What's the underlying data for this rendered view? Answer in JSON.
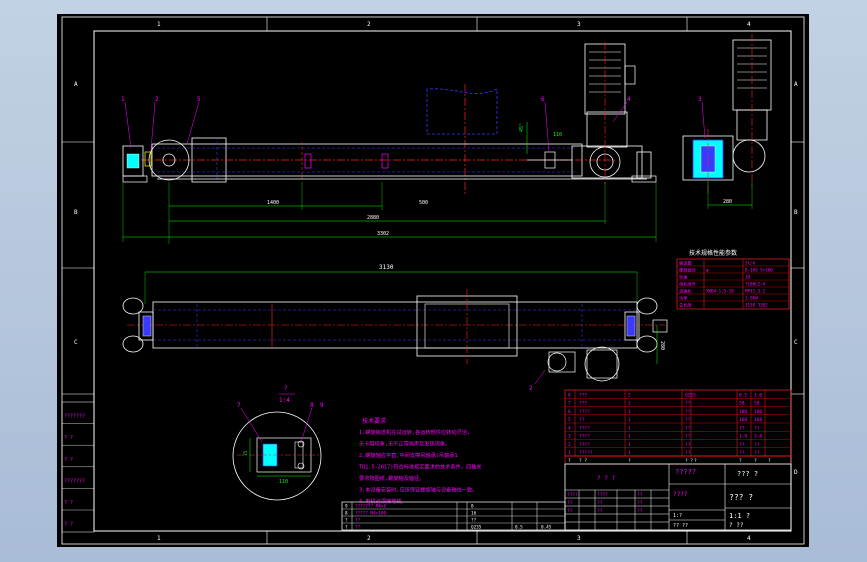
{
  "drawing": {
    "colors": {
      "background": "#000000",
      "frame": "#ffffff",
      "annotation": "#ff00ff",
      "centerline": "#ff0000",
      "dimension": "#00ff00",
      "hidden": "#0000ff",
      "leader": "#ffff00",
      "table": "#ff0000"
    },
    "border_rows": [
      "A",
      "B",
      "C",
      "D"
    ],
    "border_cols": [
      "1",
      "2",
      "3",
      "4"
    ],
    "front_view": {
      "balloons": [
        "1",
        "2",
        "5",
        "6",
        "4"
      ],
      "dims": {
        "d1": "1400",
        "d2": "500",
        "d3": "2880",
        "d4": "3302",
        "angle": "45°",
        "small": "110"
      }
    },
    "side_view": {
      "balloon": "3",
      "dim": "280"
    },
    "top_view": {
      "dim_total": "3130",
      "dim_side": "280",
      "balloon": "2"
    },
    "detail": {
      "title": "?",
      "scale": "1:4",
      "balloons": [
        "7",
        "8",
        "9"
      ],
      "dim": "110",
      "dim_v": "75"
    },
    "tech_req": {
      "title": "技术要求",
      "lines": [
        "1.螺旋输送机在试运转,各运转部件应转动灵活,",
        "无卡阻现象,无不正常响声及发热现象。",
        "2.螺旋轴应平直,中间支撑吊轴承(吊轴承1",
        "TD1.5-2017)符合标准规定要求的技术条件。四轴关",
        "要求按图纸,螺旋轴及轴径。",
        "3.本设备安装时,应该保证螺旋轴与设备轴线一致。",
        "4.电机必须接地线。"
      ]
    },
    "spec_table": {
      "title": "技术规格性能参数",
      "rows": [
        [
          "输送量",
          "",
          "3t/h"
        ],
        [
          "螺旋直径",
          "φ",
          "D-160 S=160"
        ],
        [
          "转速",
          "",
          "30"
        ],
        [
          "电机型号",
          "",
          "Y100L2-4"
        ],
        [
          "减速机",
          "XWD4-1.5-10",
          "MP11-3-2"
        ],
        [
          "功率",
          "",
          "1.5KW"
        ],
        [
          "总长度",
          "",
          "3130 3302"
        ]
      ]
    },
    "parts_table": {
      "rows": [
        [
          "8",
          "???",
          "2",
          "Q235",
          "0.5",
          "1.0"
        ],
        [
          "7",
          "???",
          "1",
          "??",
          "58",
          "58"
        ],
        [
          "6",
          "????",
          "1",
          "??",
          "180",
          "180"
        ],
        [
          "5",
          "??",
          "1",
          "??",
          "168",
          "168"
        ],
        [
          "4",
          "????",
          "1",
          "??",
          "??",
          "??"
        ],
        [
          "3",
          "????",
          "1",
          "??",
          "1.9",
          "3.8"
        ],
        [
          "2",
          "????",
          "1",
          "??",
          "??",
          "??"
        ],
        [
          "1",
          "?????",
          "1",
          "??",
          "??",
          "??"
        ]
      ],
      "header": [
        "?",
        "?  ?",
        "?",
        "?  ?",
        "?",
        "?",
        "?",
        "?"
      ],
      "bottom_rows": [
        [
          "9",
          "??????? M4×6",
          "",
          "8",
          ""
        ],
        [
          "8",
          "????? M4×100",
          "",
          "16",
          ""
        ],
        [
          "?",
          "??",
          "",
          "??",
          "",
          ""
        ],
        [
          "?",
          "??",
          "",
          "Q235",
          "0.5",
          "0.45"
        ]
      ]
    },
    "title_block": {
      "name": "?????",
      "company": "??? ?",
      "drawing_no": "????",
      "scale": "1:?",
      "sheet": "?? ??",
      "cells": [
        "????",
        "????",
        "??",
        "??",
        "??",
        "??",
        "??",
        "??",
        "??"
      ],
      "right_big": "???  ?",
      "code": "1:1  ?",
      "bottom": "?  ??",
      "stamp": "? ? ?"
    },
    "left_margin_stamps": [
      "???????",
      "? ?",
      "? ?",
      "???????",
      "? ?",
      "? ?"
    ]
  }
}
